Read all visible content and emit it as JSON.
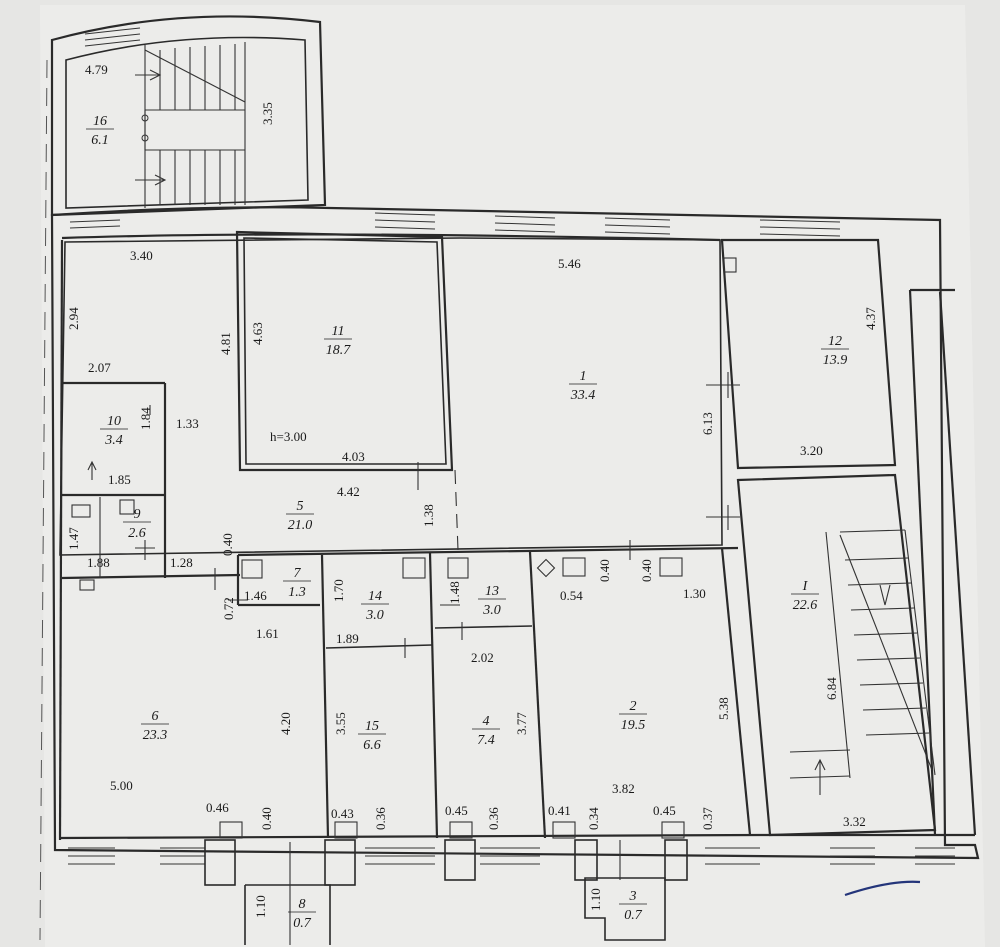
{
  "plan": {
    "rooms": [
      {
        "id": "16",
        "area": "6.1"
      },
      {
        "id": "11",
        "area": "18.7"
      },
      {
        "id": "1",
        "area": "33.4"
      },
      {
        "id": "12",
        "area": "13.9"
      },
      {
        "id": "10",
        "area": "3.4"
      },
      {
        "id": "9",
        "area": "2.6"
      },
      {
        "id": "5",
        "area": "21.0"
      },
      {
        "id": "7",
        "area": "1.3"
      },
      {
        "id": "14",
        "area": "3.0"
      },
      {
        "id": "13",
        "area": "3.0"
      },
      {
        "id": "6",
        "area": "23.3"
      },
      {
        "id": "15",
        "area": "6.6"
      },
      {
        "id": "4",
        "area": "7.4"
      },
      {
        "id": "2",
        "area": "19.5"
      },
      {
        "id": "I",
        "area": "22.6"
      },
      {
        "id": "8",
        "area": "0.7"
      },
      {
        "id": "3",
        "area": "0.7"
      }
    ],
    "height_note": "h=3.00",
    "dimensions": [
      "4.79",
      "3.35",
      "3.40",
      "2.94",
      "4.81",
      "4.63",
      "5.46",
      "4.37",
      "2.07",
      "1.84",
      "1.33",
      "1.85",
      "4.03",
      "4.42",
      "6.13",
      "3.20",
      "1.47",
      "1.88",
      "1.28",
      "0.40",
      "1.38",
      "1.70",
      "1.48",
      "0.40",
      "0.40",
      "1.30",
      "0.72",
      "1.46",
      "0.54",
      "1.61",
      "1.89",
      "2.02",
      "6.84",
      "4.20",
      "3.55",
      "3.77",
      "5.38",
      "5.00",
      "3.82",
      "0.46",
      "0.40",
      "0.43",
      "0.36",
      "0.45",
      "0.36",
      "0.41",
      "0.34",
      "0.45",
      "0.37",
      "3.32",
      "1.10",
      "1.10"
    ]
  }
}
